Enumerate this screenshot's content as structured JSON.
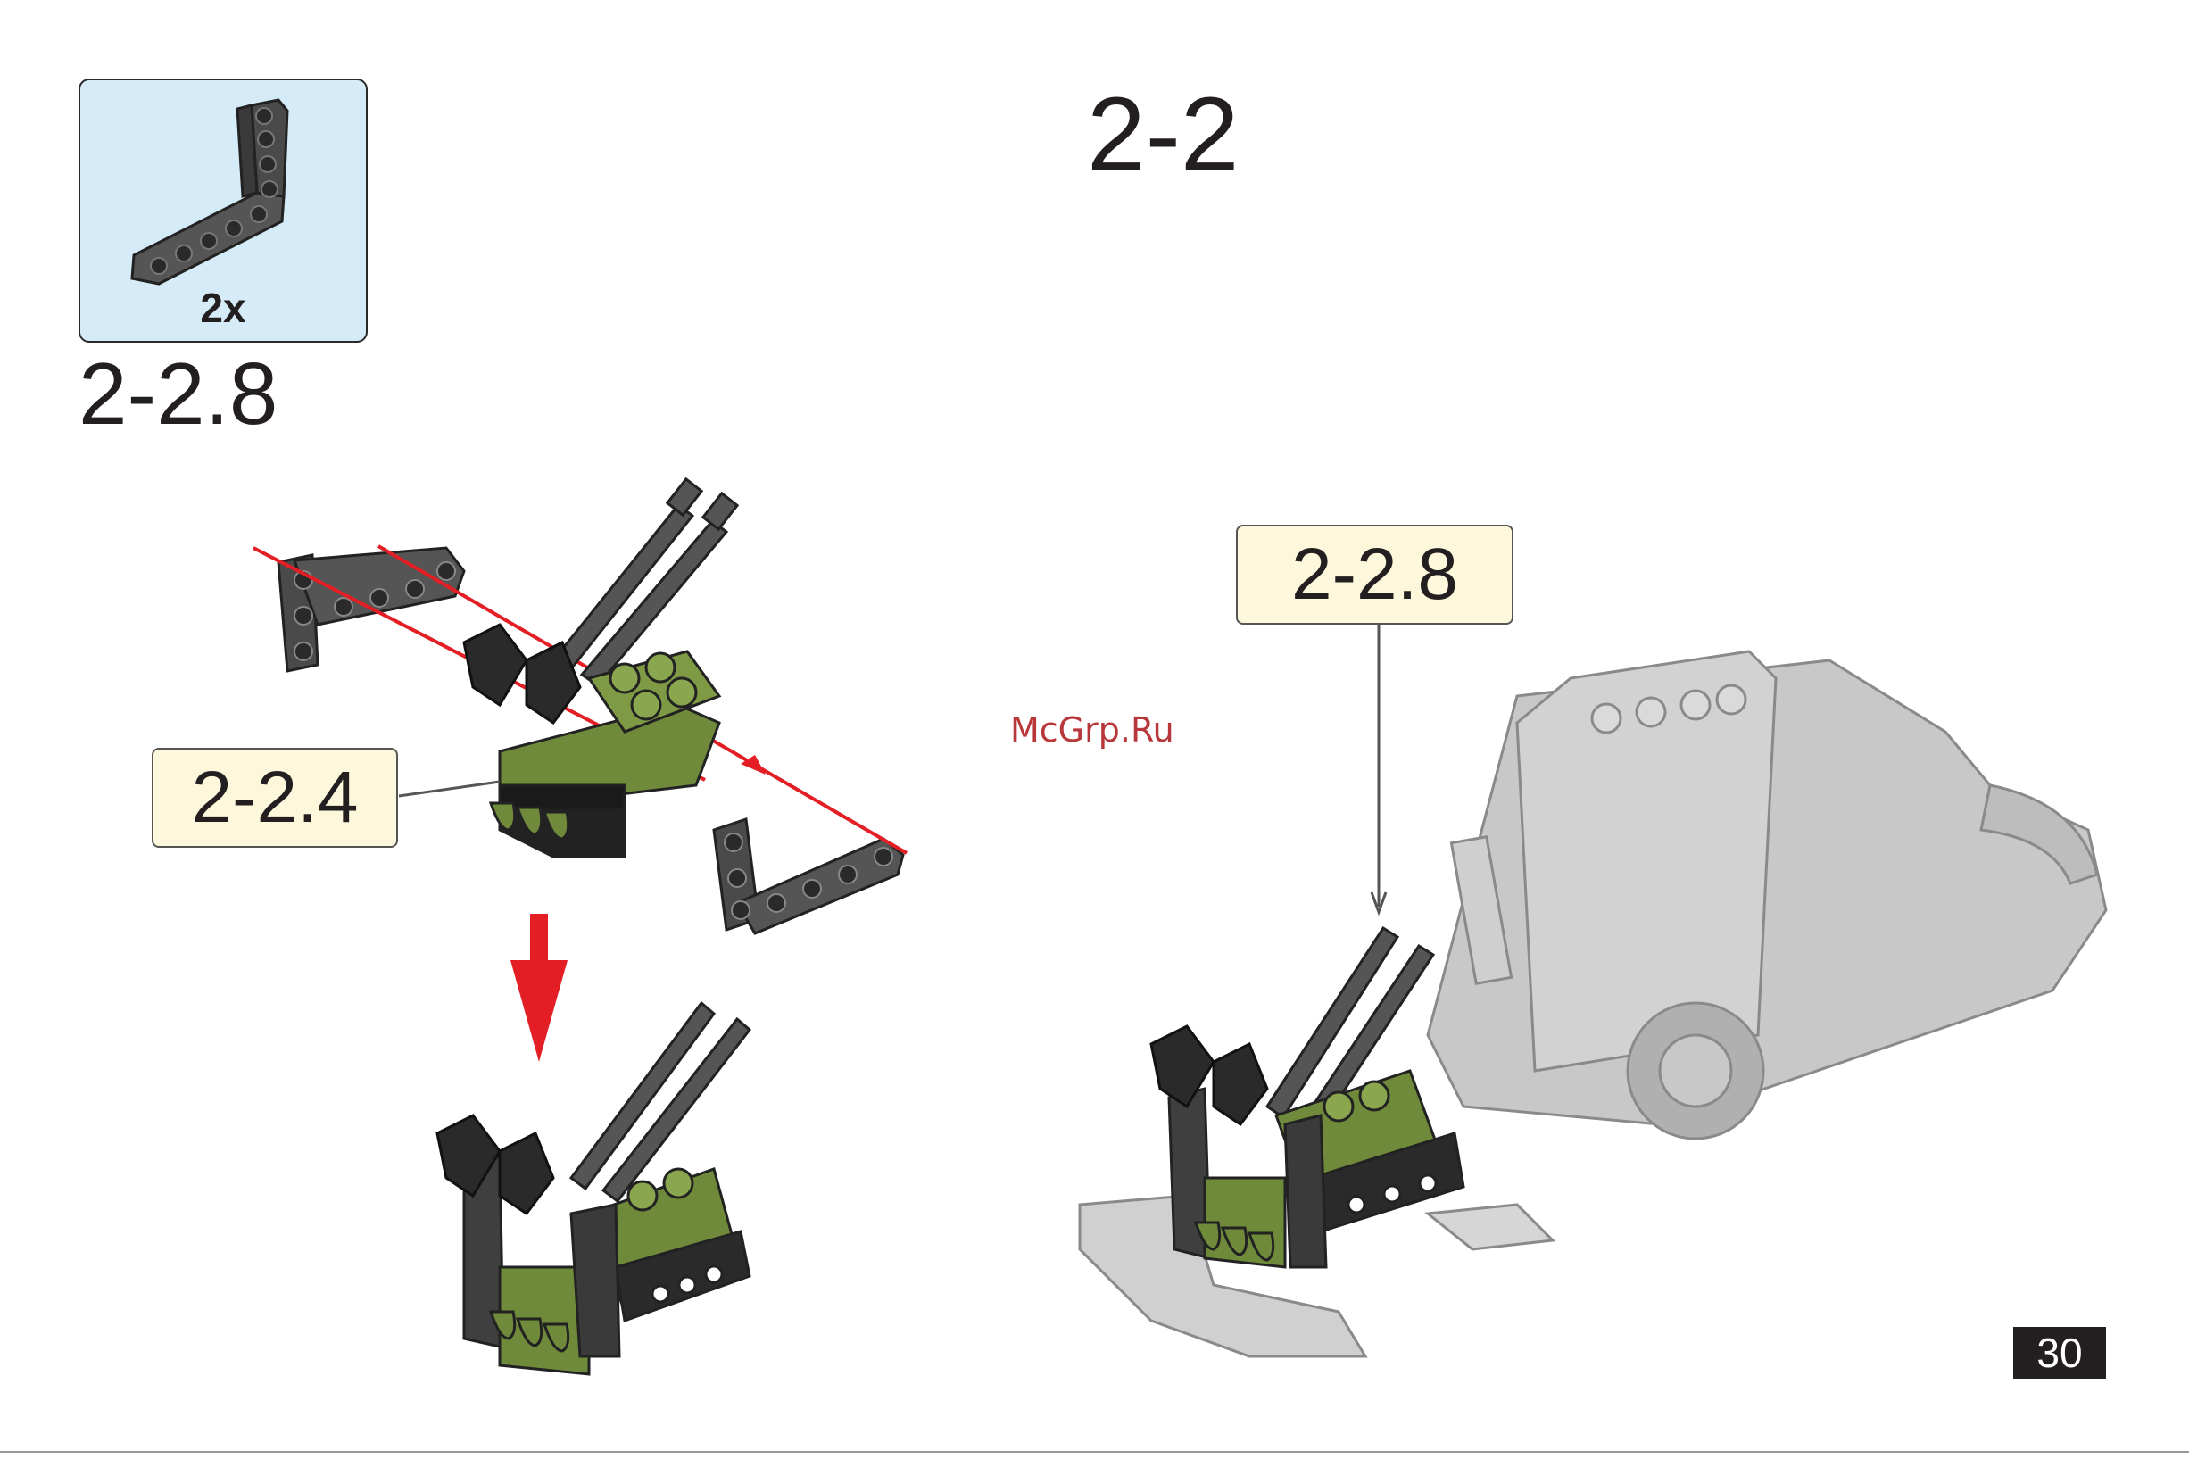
{
  "parts_box": {
    "quantity": "2x",
    "part_icon": "l-beam-icon"
  },
  "step_label": "2-2.8",
  "section_title": "2-2",
  "callouts": {
    "main_assembly": "2-2.8",
    "sub_assembly": "2-2.4"
  },
  "watermark": "McGrp.Ru",
  "page_number": "30",
  "colors": {
    "parts_box_bg": "#d5ecf8",
    "callout_bg": "#fdf8dc",
    "arrow_red": "#e31e24",
    "beam_gray": "#4a4a4a",
    "army_green": "#6f8a3a",
    "ghost_gray": "#c8c8c8"
  }
}
